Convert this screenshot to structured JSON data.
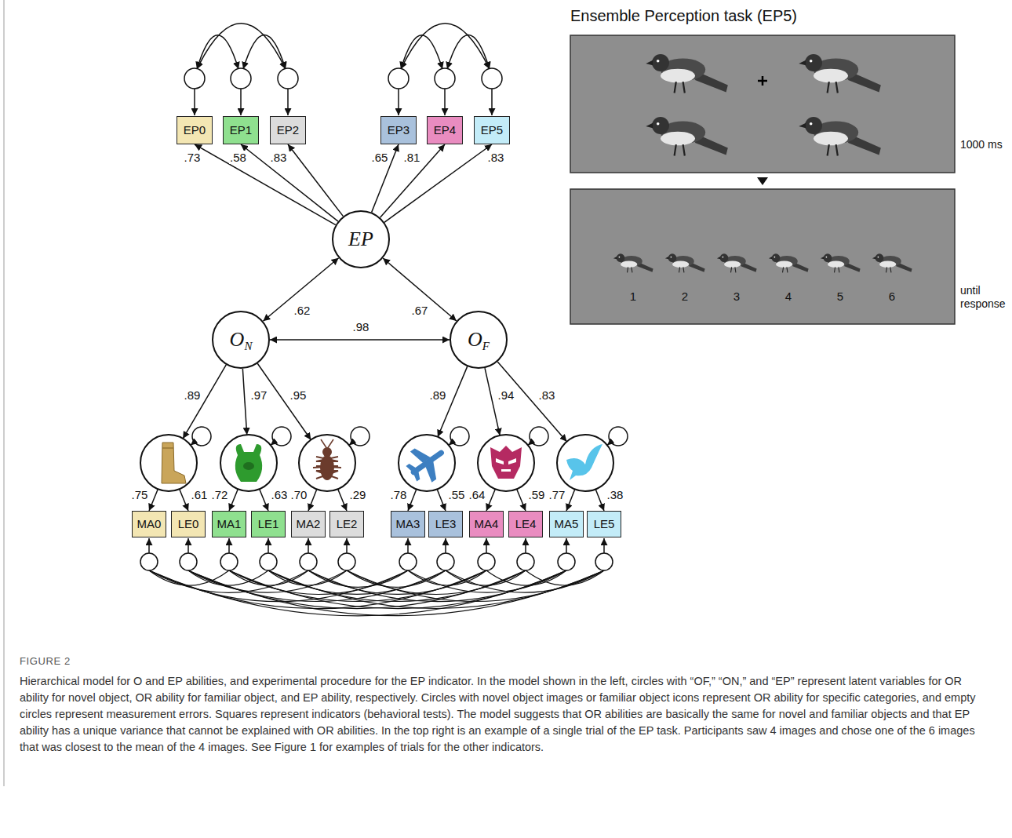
{
  "diagram": {
    "caption": "Hierarchical model for O and EP abilities, and experimental procedure for the EP indicator. In the model shown in the left, circles with “OF,” “ON,” and “EP” represent latent variables for OR ability for novel object, OR ability for familiar object, and EP ability, respectively. Circles with novel object images or familiar object icons represent OR ability for specific categories, and empty circles represent measurement errors. Squares represent indicators (behavioral tests). The model suggests that OR abilities are basically the same for novel and familiar objects and that EP ability has a unique variance that cannot be explained with OR abilities. In the top right is an example of a single trial of the EP task. Participants saw 4 images and chose one of the 6 images that was closest to the mean of the 4 images. See Figure 1 for examples of trials for the other indicators.",
    "nodes": [
      {
        "text": [
          "EP0"
        ]
      },
      {
        "text": [
          "EP1"
        ]
      },
      {
        "text": [
          "EP2"
        ]
      },
      {
        "text": [
          "EP3"
        ]
      },
      {
        "text": [
          "EP4"
        ]
      },
      {
        "text": [
          "EP5"
        ]
      },
      {
        "text": [
          "EP"
        ]
      },
      {
        "text": [
          "O",
          "N"
        ]
      },
      {
        "text": [
          "O",
          "F"
        ]
      },
      {
        "text": [
          "MA0"
        ]
      },
      {
        "text": [
          "LE0"
        ]
      },
      {
        "text": [
          "MA1"
        ]
      },
      {
        "text": [
          "LE1"
        ]
      },
      {
        "text": [
          "MA2"
        ]
      },
      {
        "text": [
          "LE2"
        ]
      },
      {
        "text": [
          "MA3"
        ]
      },
      {
        "text": [
          "LE3"
        ]
      },
      {
        "text": [
          "MA4"
        ]
      },
      {
        "text": [
          "LE4"
        ]
      },
      {
        "text": [
          "MA5"
        ]
      },
      {
        "text": [
          "LE5"
        ]
      }
    ],
    "edges": [
      {
        "from": 6,
        "to": 0,
        "label": ".73",
        "arrow": "to"
      },
      {
        "from": 6,
        "to": 1,
        "label": ".58",
        "arrow": "to"
      },
      {
        "from": 6,
        "to": 2,
        "label": ".83",
        "arrow": "to"
      },
      {
        "from": 6,
        "to": 3,
        "label": ".65",
        "arrow": "to"
      },
      {
        "from": 6,
        "to": 4,
        "label": ".81",
        "arrow": "to"
      },
      {
        "from": 6,
        "to": 5,
        "label": ".83",
        "arrow": "to"
      },
      {
        "from": 6,
        "to": 7,
        "label": ".62",
        "arrow": "both"
      },
      {
        "from": 6,
        "to": 8,
        "label": ".67",
        "arrow": "both"
      },
      {
        "from": 7,
        "to": 8,
        "label": ".98",
        "arrow": "both"
      }
    ],
    "labels": [
      "Ensemble Perception task (EP5)",
      "1000 ms",
      "1",
      "2",
      "3",
      "4",
      "5",
      "6",
      "until response",
      ".89",
      ".97",
      ".95",
      ".89",
      ".94",
      ".83",
      ".75",
      ".61",
      ".72",
      ".63",
      ".70",
      ".29",
      ".78",
      ".55",
      ".64",
      ".59",
      ".77",
      ".38",
      "FIGURE 2"
    ]
  }
}
